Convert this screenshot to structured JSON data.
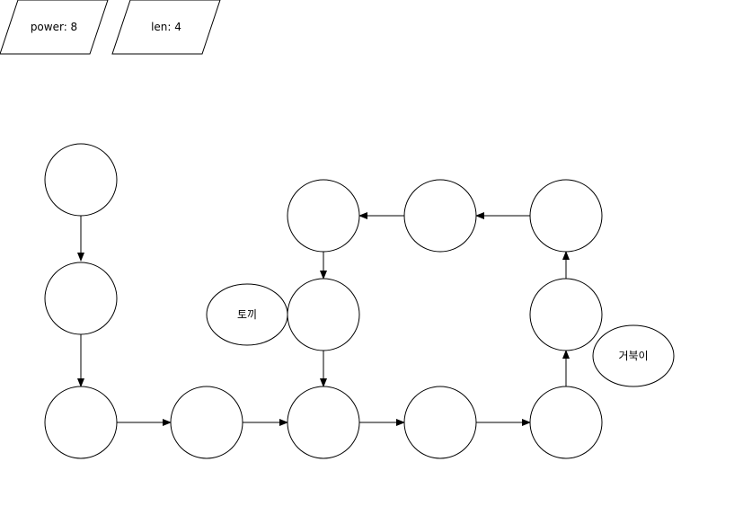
{
  "labels": {
    "power": "power: 8",
    "len": "len: 4",
    "rabbit": "토끼",
    "turtle": "거북이"
  },
  "colors": {
    "stroke": "#000000",
    "fill": "#ffffff",
    "text": "#000000"
  }
}
